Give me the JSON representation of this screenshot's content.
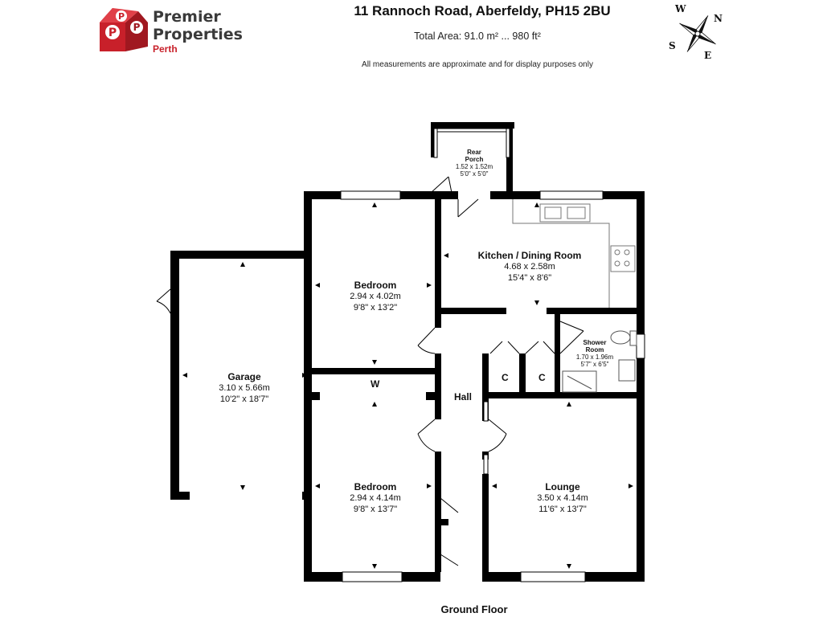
{
  "brand": {
    "line1": "Premier",
    "line2": "Properties",
    "line3": "Perth",
    "color_red": "#c8202a",
    "color_text": "#3a3a3a"
  },
  "header": {
    "title": "11 Rannoch Road, Aberfeldy, PH15 2BU",
    "total_area": "Total Area: 91.0 m² ... 980 ft²",
    "disclaimer": "All measurements are approximate and for display purposes only"
  },
  "compass": {
    "n": "N",
    "e": "E",
    "s": "S",
    "w": "W"
  },
  "rooms": {
    "rear_porch": {
      "name1": "Rear",
      "name2": "Porch",
      "metric": "1.52 x 1.52m",
      "imperial": "5'0\" x 5'0\""
    },
    "kitchen": {
      "name": "Kitchen / Dining Room",
      "metric": "4.68 x 2.58m",
      "imperial": "15'4\" x 8'6\""
    },
    "bedroom1": {
      "name": "Bedroom",
      "metric": "2.94 x 4.02m",
      "imperial": "9'8\" x 13'2\""
    },
    "garage": {
      "name": "Garage",
      "metric": "3.10 x 5.66m",
      "imperial": "10'2\" x 18'7\""
    },
    "shower": {
      "name1": "Shower",
      "name2": "Room",
      "metric": "1.70 x 1.96m",
      "imperial": "5'7\" x 6'5\""
    },
    "bedroom2": {
      "name": "Bedroom",
      "metric": "2.94 x 4.14m",
      "imperial": "9'8\" x 13'7\""
    },
    "lounge": {
      "name": "Lounge",
      "metric": "3.50 x 4.14m",
      "imperial": "11'6\" x 13'7\""
    },
    "hall": {
      "name": "Hall"
    }
  },
  "tags": {
    "wardrobe": "W",
    "cupboard1": "C",
    "cupboard2": "C"
  },
  "floor_label": "Ground Floor",
  "colors": {
    "wall": "#000000",
    "fixture": "#777777"
  }
}
